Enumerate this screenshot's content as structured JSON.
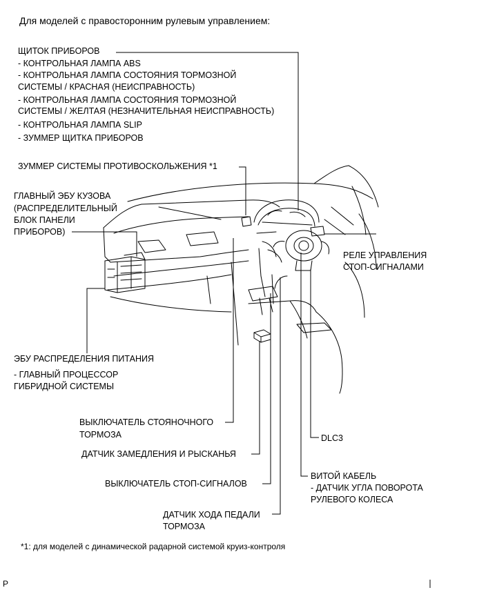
{
  "header": {
    "title": "Для моделей с правосторонним рулевым управлением:"
  },
  "labels": {
    "combination_meter": "ЩИТОК ПРИБОРОВ",
    "meter_items": [
      "- КОНТРОЛЬНАЯ ЛАМПА ABS",
      "- КОНТРОЛЬНАЯ ЛАМПА СОСТОЯНИЯ ТОРМОЗНОЙ",
      "СИСТЕМЫ / КРАСНАЯ (НЕИСПРАВНОСТЬ)",
      "- КОНТРОЛЬНАЯ ЛАМПА СОСТОЯНИЯ ТОРМОЗНОЙ",
      "СИСТЕМЫ / ЖЕЛТАЯ (НЕЗНАЧИТЕЛЬНАЯ НЕИСПРАВНОСТЬ)",
      "- КОНТРОЛЬНАЯ ЛАМПА SLIP",
      "- ЗУММЕР ЩИТКА ПРИБОРОВ"
    ],
    "skid_buzzer": "ЗУММЕР СИСТЕМЫ ПРОТИВОСКОЛЬЖЕНИЯ  *1",
    "body_ecu": [
      "ГЛАВНЫЙ ЭБУ КУЗОВА",
      "(РАСПРЕДЕЛИТЕЛЬНЫЙ",
      "БЛОК ПАНЕЛИ",
      "ПРИБОРОВ)"
    ],
    "stop_relay": [
      "РЕЛЕ УПРАВЛЕНИЯ",
      "СТОП-СИГНАЛАМИ"
    ],
    "power_ecu": "ЭБУ РАСПРЕДЕЛЕНИЯ ПИТАНИЯ",
    "hybrid": [
      "- ГЛАВНЫЙ ПРОЦЕССОР",
      "ГИБРИДНОЙ СИСТЕМЫ"
    ],
    "parking_brake": [
      "ВЫКЛЮЧАТЕЛЬ СТОЯНОЧНОГО",
      "ТОРМОЗА"
    ],
    "yaw_sensor": "ДАТЧИК ЗАМЕДЛЕНИЯ И РЫСКАНЬЯ",
    "stop_switch": "ВЫКЛЮЧАТЕЛЬ СТОП-СИГНАЛОВ",
    "pedal_sensor": [
      "ДАТЧИК ХОДА ПЕДАЛИ",
      "ТОРМОЗА"
    ],
    "dlc3": "DLC3",
    "spiral": "ВИТОЙ КАБЕЛЬ",
    "steering_sensor": [
      "- ДАТЧИК УГЛА ПОВОРОТА",
      "РУЛЕВОГО КОЛЕСА"
    ]
  },
  "footnote": "*1: для моделей с динамической радарной системой круиз-контроля",
  "corner_mark": "P"
}
